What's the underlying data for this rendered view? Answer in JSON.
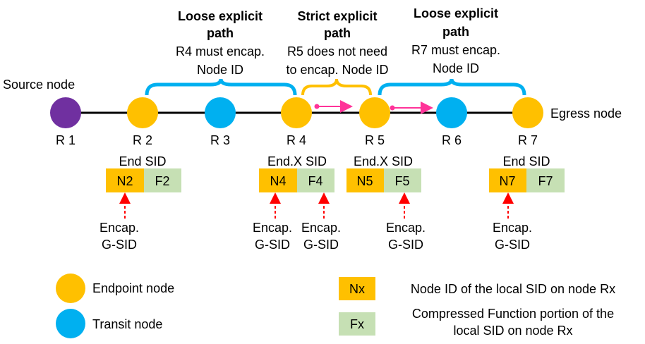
{
  "colors": {
    "endpoint": "#FFC000",
    "transit": "#00B0F0",
    "source": "#7030A0",
    "loose_brace": "#00B0F0",
    "strict_brace": "#FFC000",
    "function_box": "#C6E0B4",
    "node_box": "#FFC000",
    "encap_arrow": "#FF0000",
    "path_arrow": "#FF3399"
  },
  "labels": {
    "source_node": "Source node",
    "egress_node": "Egress node"
  },
  "nodes": [
    {
      "label": "R 1",
      "type": "source"
    },
    {
      "label": "R 2",
      "type": "endpoint"
    },
    {
      "label": "R 3",
      "type": "transit"
    },
    {
      "label": "R 4",
      "type": "endpoint"
    },
    {
      "label": "R 5",
      "type": "endpoint"
    },
    {
      "label": "R 6",
      "type": "transit"
    },
    {
      "label": "R 7",
      "type": "endpoint"
    }
  ],
  "segments": [
    {
      "title_line1": "Loose explicit",
      "title_line2": "path",
      "desc_line1": "R4 must encap.",
      "desc_line2": "Node ID"
    },
    {
      "title_line1": "Strict explicit",
      "title_line2": "path",
      "desc_line1": "R5 does not need",
      "desc_line2": "to encap. Node ID"
    },
    {
      "title_line1": "Loose explicit",
      "title_line2": "path",
      "desc_line1": "R7 must encap.",
      "desc_line2": "Node ID"
    }
  ],
  "sids": [
    {
      "type": "End SID",
      "node": "N2",
      "func": "F2"
    },
    {
      "type": "End.X SID",
      "node": "N4",
      "func": "F4"
    },
    {
      "type": "End.X SID",
      "node": "N5",
      "func": "F5"
    },
    {
      "type": "End SID",
      "node": "N7",
      "func": "F7"
    }
  ],
  "encap": {
    "line1": "Encap.",
    "line2": "G-SID"
  },
  "legend": {
    "endpoint": "Endpoint node",
    "transit": "Transit node",
    "nx_box": "Nx",
    "nx_desc": "Node ID of the local SID on node Rx",
    "fx_box": "Fx",
    "fx_desc_line1": "Compressed Function portion of the",
    "fx_desc_line2": "local SID on node Rx"
  }
}
